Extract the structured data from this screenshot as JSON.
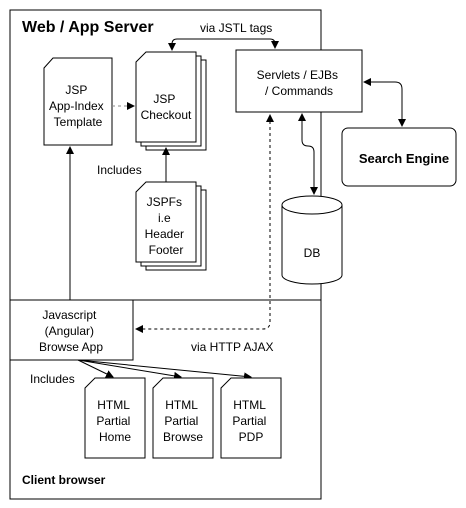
{
  "server": {
    "title": "Web / App Server",
    "jsp_template": [
      "JSP",
      "App-Index",
      "Template"
    ],
    "jsp_checkout": [
      "JSP",
      "Checkout"
    ],
    "includes_label": "Includes",
    "jspf": [
      "JSPFs",
      "i.e",
      "Header",
      "Footer"
    ],
    "servlets": [
      "Servlets / EJBs",
      "/ Commands"
    ],
    "jstl_label": "via JSTL tags",
    "db": "DB"
  },
  "search_engine": "Search Engine",
  "client": {
    "title": "Client browser",
    "browse_app": [
      "Javascript",
      "(Angular)",
      "Browse App"
    ],
    "ajax_label": "via HTTP AJAX",
    "includes_label": "Includes",
    "partials": [
      [
        "HTML",
        "Partial",
        "Home"
      ],
      [
        "HTML",
        "Partial",
        "Browse"
      ],
      [
        "HTML",
        "Partial",
        "PDP"
      ]
    ]
  },
  "colors": {
    "line": "#000000",
    "background": "#ffffff",
    "dotted_gray": "#888888"
  }
}
